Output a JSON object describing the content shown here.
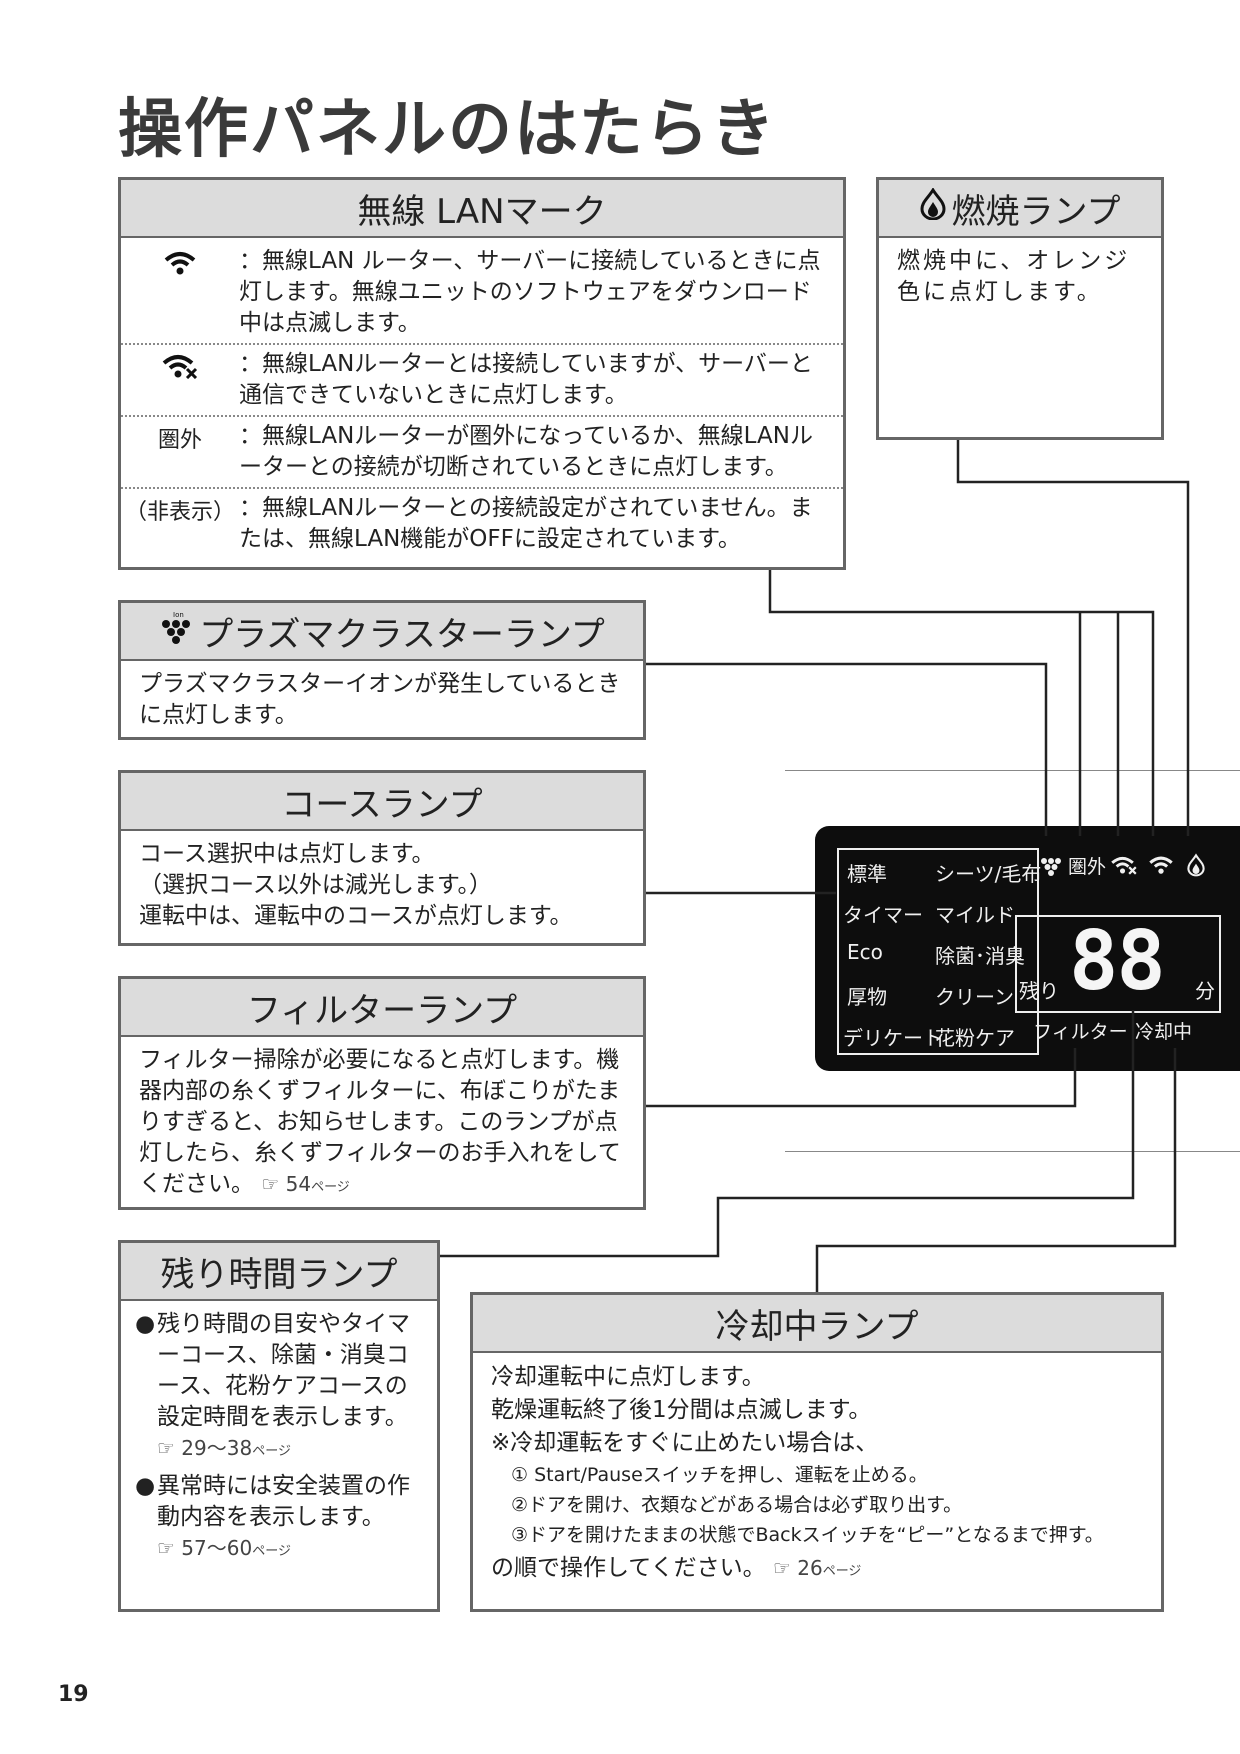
{
  "page_title": "操作パネルのはたらき",
  "page_number": "19",
  "wireless": {
    "title": "無線 LANマーク",
    "rows": [
      {
        "symbol_icon": "wifi-icon",
        "symbol": "",
        "text": "：無線LAN ルーター、サーバーに接続しているときに点灯します。無線ユニットのソフトウェアをダウンロード中は点滅します。"
      },
      {
        "symbol_icon": "wifi-x-icon",
        "symbol": "",
        "text": "：無線LANルーターとは接続していますが、サーバーと通信できていないときに点灯します。"
      },
      {
        "symbol_icon": "",
        "symbol": "圏外",
        "text": "：無線LANルーターが圏外になっているか、無線LANルーターとの接続が切断されているときに点灯します。"
      },
      {
        "symbol_icon": "",
        "symbol": "（非表示）",
        "text": "：無線LANルーターとの接続設定がされていません。または、無線LAN機能がOFFに設定されています。"
      }
    ]
  },
  "combustion": {
    "title": "燃焼ランプ",
    "icon": "flame-icon",
    "text": "燃焼中に、オレンジ色に点灯します。"
  },
  "plasma": {
    "title": "プラズマクラスターランプ",
    "icon": "plasmacluster-icon",
    "icon_label": "Ion",
    "text": "プラズマクラスターイオンが発生しているときに点灯します。"
  },
  "course": {
    "title": "コースランプ",
    "lines": [
      "コース選択中は点灯します。",
      "（選択コース以外は減光します。）",
      "運転中は、運転中のコースが点灯します。"
    ]
  },
  "filter": {
    "title": "フィルターランプ",
    "text": "フィルター掃除が必要になると点灯します。機器内部の糸くずフィルターに、布ぼこりがたまりすぎると、お知らせします。このランプが点灯したら、糸くずフィルターのお手入れをしてください。",
    "ref_page": "54",
    "ref_suffix": "ページ"
  },
  "remaining": {
    "title": "残り時間ランプ",
    "bullets": [
      {
        "text": "残り時間の目安やタイマーコース、除菌・消臭コース、花粉ケアコースの設定時間を表示します。",
        "ref": "29～38",
        "ref_suffix": "ページ"
      },
      {
        "text": "異常時には安全装置の作動内容を表示します。",
        "ref": "57～60",
        "ref_suffix": "ページ"
      }
    ]
  },
  "cooling": {
    "title": "冷却中ランプ",
    "lines": [
      "冷却運転中に点灯します。",
      "乾燥運転終了後1分間は点滅します。",
      "※冷却運転をすぐに止めたい場合は、"
    ],
    "steps": [
      "① Start/Pauseスイッチを押し、運転を止める。",
      "②ドアを開け、衣類などがある場合は必ず取り出す。",
      "③ドアを開けたままの状態でBackスイッチを“ピー”となるまで押す。"
    ],
    "closing": "の順で操作してください。",
    "ref_page": "26",
    "ref_suffix": "ページ"
  },
  "panel": {
    "courses": [
      "標準",
      "シーツ/毛布",
      "タイマー",
      "マイルド",
      "Eco",
      "除菌･消臭",
      "厚物",
      "クリーン",
      "デリケート",
      "花粉ケア"
    ],
    "outside_label": "圏外",
    "remaining_label": "残り",
    "digits": "88",
    "minute_label": "分",
    "filter_label": "フィルター",
    "cooling_label": "冷却中"
  }
}
